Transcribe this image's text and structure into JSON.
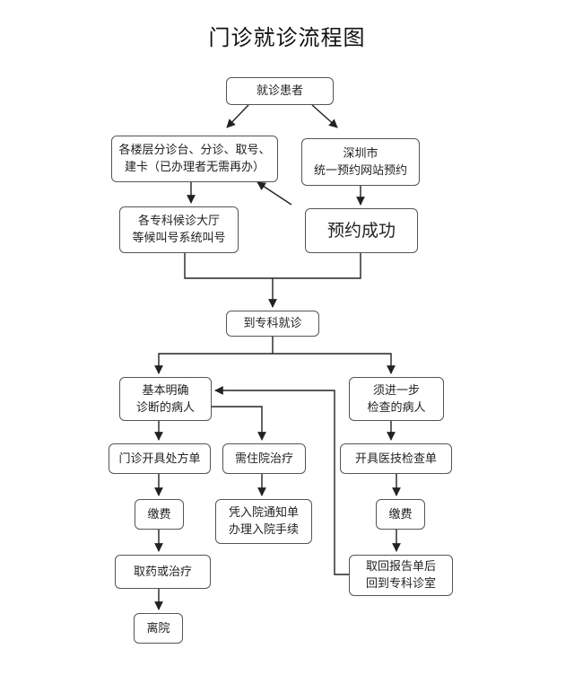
{
  "title": "门诊就诊流程图",
  "nodes": {
    "start": "就诊患者",
    "register": [
      "各楼层分诊台、分诊、取号、",
      "建卡（已办理者无需再办）"
    ],
    "online_booking": [
      "深圳市",
      "统一预约网站预约"
    ],
    "waiting_hall": [
      "各专科候诊大厅",
      "等候叫号系统叫号"
    ],
    "booking_success": "预约成功",
    "specialist": "到专科就诊",
    "clear_diagnosis": [
      "基本明确",
      "诊断的病人"
    ],
    "further_exam": [
      "须进一步",
      "检查的病人"
    ],
    "prescription": "门诊开具处方单",
    "hospitalize": "需住院治疗",
    "exam_order": "开具医技检查单",
    "pay_left": "缴费",
    "admission": [
      "凭入院通知单",
      "办理入院手续"
    ],
    "pay_right": "缴费",
    "medicine": "取药或治疗",
    "report_return": [
      "取回报告单后",
      "回到专科诊室"
    ],
    "leave": "离院"
  }
}
